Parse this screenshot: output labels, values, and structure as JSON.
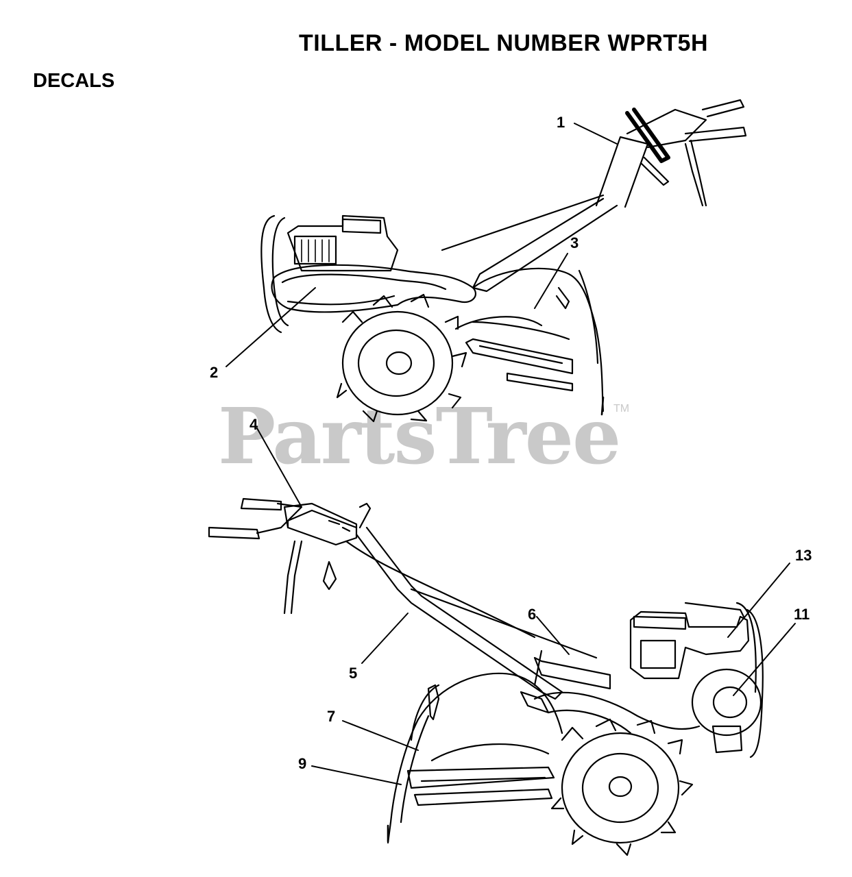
{
  "title": "TILLER - MODEL NUMBER WPRT5H",
  "section_label": "DECALS",
  "watermark": {
    "text": "PartsTree",
    "trademark": "TM"
  },
  "callouts": {
    "c1": "1",
    "c2": "2",
    "c3": "3",
    "c4": "4",
    "c5": "5",
    "c6": "6",
    "c7": "7",
    "c9": "9",
    "c11": "11",
    "c13": "13"
  }
}
